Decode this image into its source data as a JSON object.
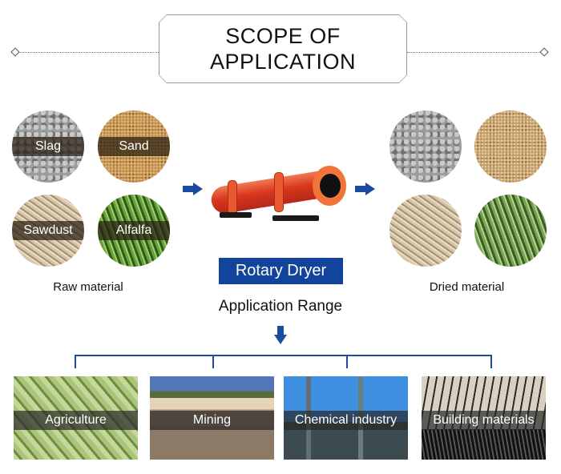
{
  "header": {
    "title_line1": "SCOPE OF",
    "title_line2": "APPLICATION"
  },
  "raw_materials": {
    "caption": "Raw material",
    "items": [
      {
        "label": "Slag"
      },
      {
        "label": "Sand"
      },
      {
        "label": "Sawdust"
      },
      {
        "label": "Alfalfa"
      }
    ]
  },
  "dried_materials": {
    "caption": "Dried material",
    "items": [
      {
        "name": "dried-slag"
      },
      {
        "name": "dried-sand"
      },
      {
        "name": "dried-sawdust"
      },
      {
        "name": "dried-alfalfa"
      }
    ]
  },
  "machine": {
    "label": "Rotary Dryer",
    "colors": {
      "drum": "#d8381e",
      "label_bg": "#13449b",
      "arrow": "#1b4aa0"
    }
  },
  "application": {
    "heading": "Application Range",
    "items": [
      {
        "label": "Agriculture"
      },
      {
        "label": "Mining"
      },
      {
        "label": "Chemical industry"
      },
      {
        "label": "Building materials"
      }
    ]
  }
}
